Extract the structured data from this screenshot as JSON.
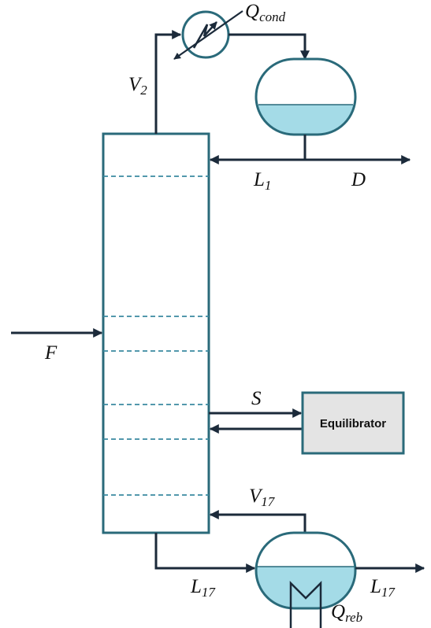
{
  "labels": {
    "condenser_duty": "Q",
    "condenser_duty_sub": "cond",
    "vapor_top": "V",
    "vapor_top_sub": "2",
    "reflux": "L",
    "reflux_sub": "1",
    "distillate": "D",
    "feed": "F",
    "sidedraw": "S",
    "vapor_bottom": "V",
    "vapor_bottom_sub": "17",
    "liquid_bottom": "L",
    "liquid_bottom_sub": "17",
    "bottoms_product": "L",
    "bottoms_product_sub": "17",
    "reboiler_duty": "Q",
    "reboiler_duty_sub": "reb"
  },
  "equilibrator": {
    "label": "Equilibrator"
  },
  "colors": {
    "equipment_stroke": "#2a6a7a",
    "liquid_fill": "#a4dbe7",
    "stream_line": "#1b2a3a",
    "tray_dash": "#3a8aa0",
    "equilibrator_fill": "#e4e4e4"
  }
}
